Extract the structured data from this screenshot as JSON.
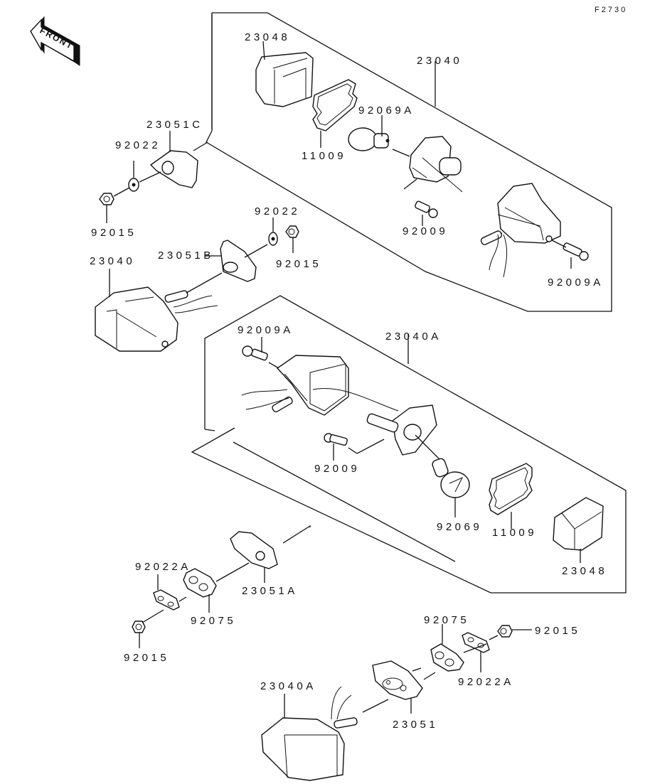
{
  "figure_id": "F2730",
  "front_arrow": {
    "label": "FRONT",
    "icon": "front-direction-arrow"
  },
  "colors": {
    "ink": "#111111",
    "background": "#ffffff"
  },
  "parts": {
    "top_assembly": {
      "assembly": "23040",
      "lens": "23048",
      "gasket": "11009",
      "bulb": "92069A",
      "screw": "92009",
      "screw_a": "92009A"
    },
    "upper_left": {
      "stay_c": "23051C",
      "washer_1": "92022",
      "nut_1": "92015",
      "stay_b": "23051B",
      "washer_2": "92022",
      "nut_2": "92015",
      "lamp": "23040"
    },
    "middle_assembly": {
      "assembly": "23040A",
      "screw_a": "92009A",
      "screw": "92009",
      "bulb": "92069",
      "gasket": "11009",
      "lens": "23048"
    },
    "lower_left": {
      "washer_a": "92022A",
      "damper": "92075",
      "nut": "92015",
      "stay_a": "23051A"
    },
    "bottom": {
      "damper": "92075",
      "nut": "92015",
      "washer_a": "92022A",
      "stay": "23051",
      "lamp": "23040A"
    }
  }
}
